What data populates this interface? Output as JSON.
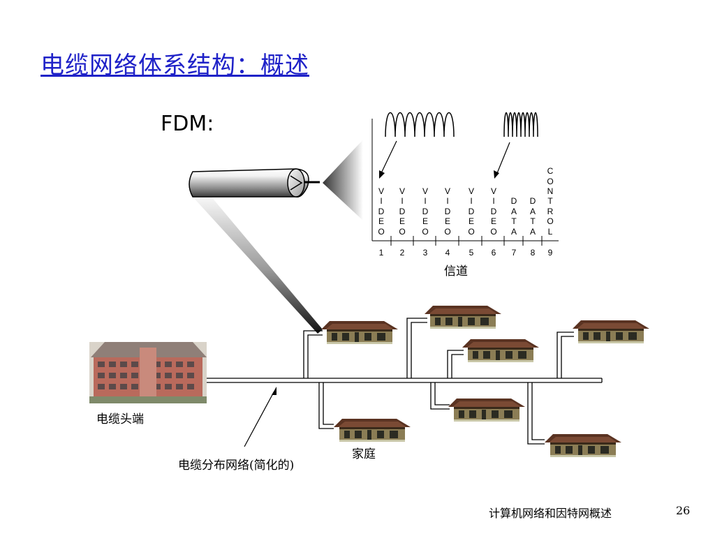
{
  "slide": {
    "title": "电缆网络体系结构：概述",
    "fdm_label": "FDM:",
    "channel_axis_label": "信道",
    "headend_label": "电缆头端",
    "distribution_label": "电缆分布网络(简化的)",
    "home_label": "家庭",
    "footer": "计算机网络和因特网概述",
    "page_number": "26"
  },
  "channels": [
    {
      "number": "1",
      "label": "VIDEO"
    },
    {
      "number": "2",
      "label": "VIDEO"
    },
    {
      "number": "3",
      "label": "VIDEO"
    },
    {
      "number": "4",
      "label": "VIDEO"
    },
    {
      "number": "5",
      "label": "VIDEO"
    },
    {
      "number": "6",
      "label": "VIDEO"
    },
    {
      "number": "7",
      "label": "DATA"
    },
    {
      "number": "8",
      "label": "DATA"
    },
    {
      "number": "9",
      "label": "CONTROL"
    }
  ],
  "colors": {
    "title": "#1f22c8",
    "house_wall": "#8b7d55",
    "house_roof": "#5a3322",
    "headend_brick": "#b96a5c"
  },
  "icons": [
    "coax-cable-icon",
    "headend-building-icon",
    "house-icon",
    "waveform-icon"
  ]
}
